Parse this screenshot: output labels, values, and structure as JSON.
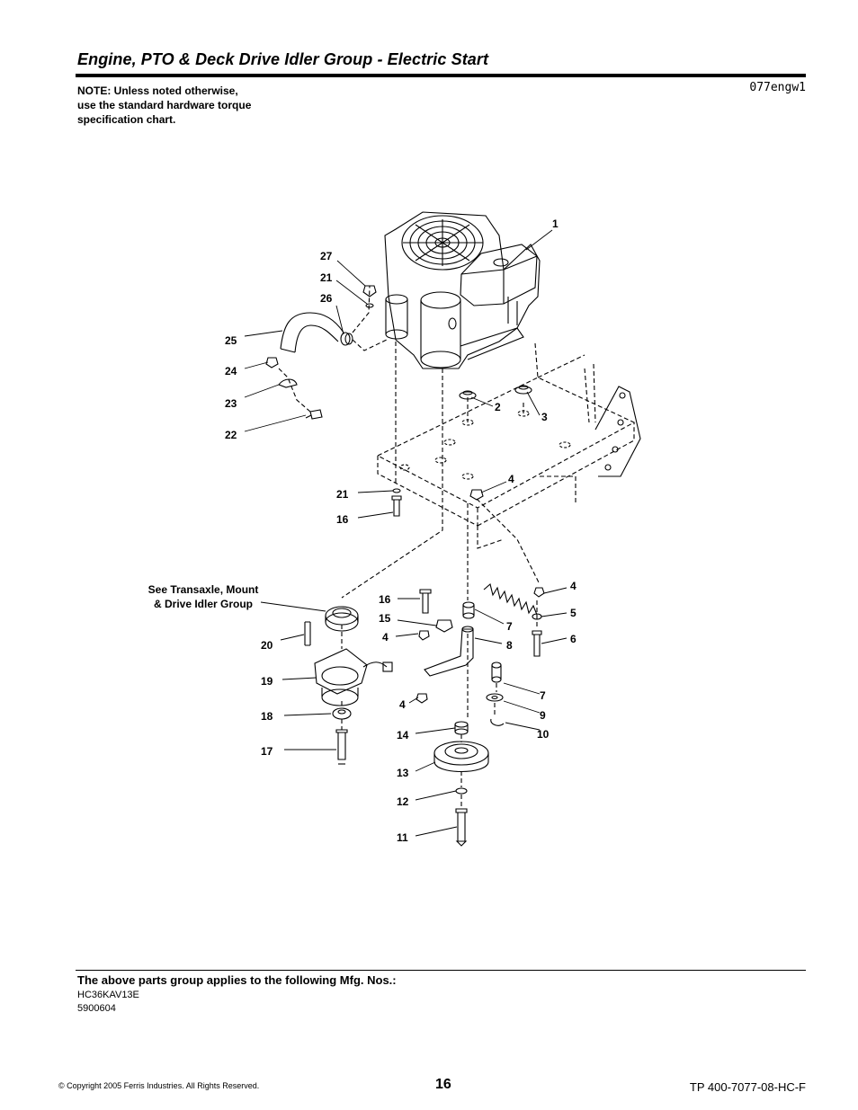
{
  "header": {
    "title": "Engine, PTO & Deck Drive Idler Group - Electric Start",
    "note_lines": [
      "NOTE: Unless noted otherwise,",
      "use the standard hardware torque",
      "specification chart."
    ],
    "drawing_code": "077engw1"
  },
  "diagram": {
    "reference_lines": [
      "See Transaxle, Mount",
      "& Drive Idler Group"
    ],
    "callouts": [
      "1",
      "27",
      "21",
      "26",
      "25",
      "24",
      "23",
      "22",
      "2",
      "3",
      "4",
      "21",
      "16",
      "16",
      "15",
      "4",
      "20",
      "19",
      "18",
      "17",
      "7",
      "8",
      "4",
      "5",
      "6",
      "4",
      "7",
      "9",
      "10",
      "14",
      "13",
      "12",
      "11"
    ]
  },
  "footer": {
    "applies_heading": "The above parts group applies to the following Mfg. Nos.:",
    "mfg_numbers": [
      "HC36KAV13E",
      "5900604"
    ],
    "copyright": "© Copyright  2005 Ferris Industries. All Rights Reserved.",
    "page_number": "16",
    "doc_number": "TP 400-7077-08-HC-F"
  }
}
